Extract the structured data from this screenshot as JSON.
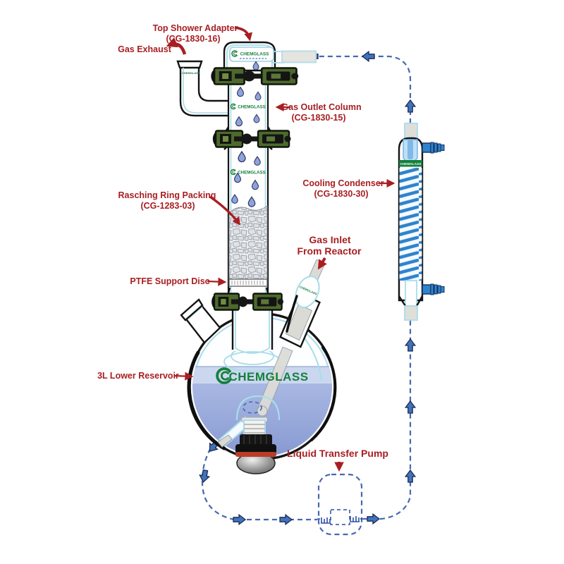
{
  "brand": {
    "name": "CHEMGLASS"
  },
  "labels": {
    "top_shower_adapter": {
      "name": "Top Shower Adapter",
      "part_no": "(CG-1830-16)"
    },
    "gas_exhaust": {
      "name": "Gas Exhaust"
    },
    "gas_outlet_column": {
      "name": "Gas Outlet Column",
      "part_no": "(CG-1830-15)"
    },
    "cooling_condenser": {
      "name": "Cooling Condenser",
      "part_no": "(CG-1830-30)"
    },
    "rasching_ring_packing": {
      "name": "Rasching Ring Packing",
      "part_no": "(CG-1283-03)"
    },
    "ptfe_support_disc": {
      "name": "PTFE Support Disc"
    },
    "gas_inlet_from_reactor": {
      "line1": "Gas Inlet",
      "line2": "From Reactor"
    },
    "lower_reservoir": {
      "name": "3L Lower Reservoir"
    },
    "liquid_transfer_pump": {
      "name": "Liquid Transfer Pump"
    }
  },
  "colors": {
    "label_red": "#A81E22",
    "flow_blue": "#4867B1",
    "arrow_fill": "#3F74BC",
    "glass_cyan": "#A8DCEA",
    "ink": "#141414",
    "clamp_green": "#4D6A2D",
    "logo_green": "#15803C",
    "drop_blue": "#8FA3D9",
    "liquid_light": "#CBD7EF",
    "liquid_deep": "#8396CF",
    "condenser_blue": "#2F83CB",
    "frosted_gray": "#DBDBD6"
  }
}
